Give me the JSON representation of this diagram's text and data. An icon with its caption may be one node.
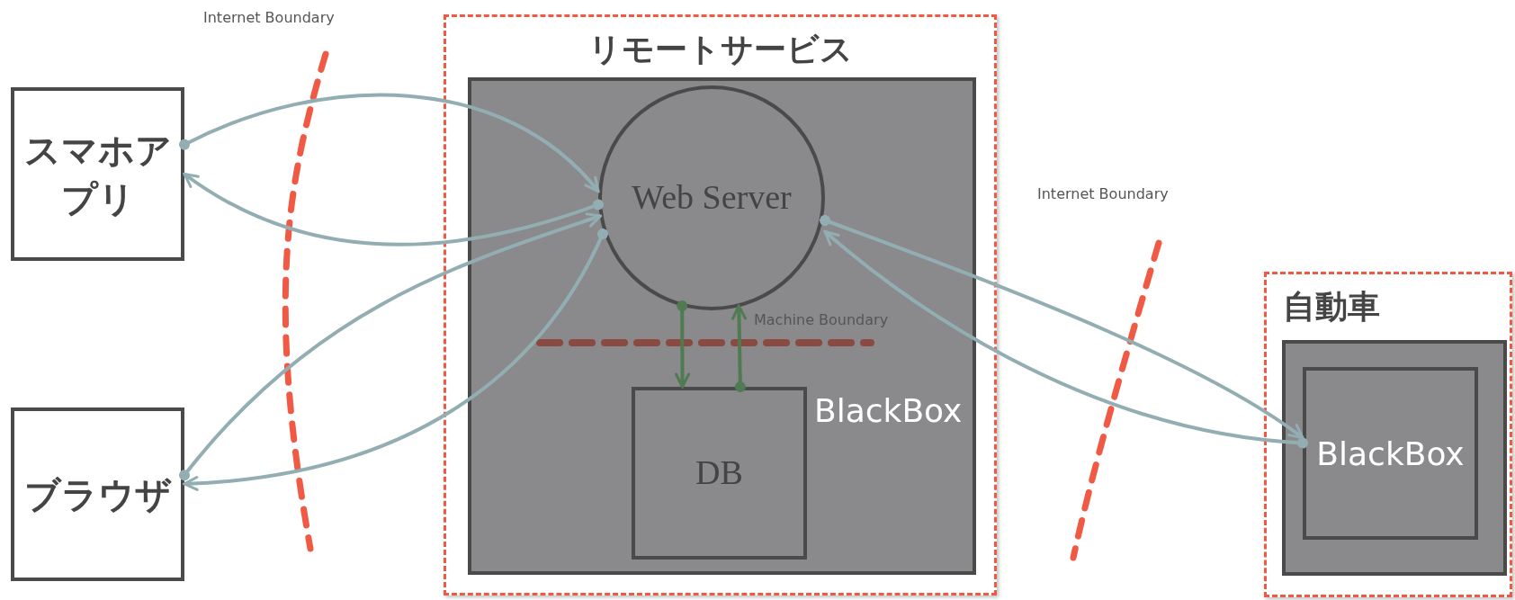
{
  "diagram": {
    "nodes": [
      {
        "text": [
          "リモートサービス"
        ]
      },
      {
        "text": [],
        "shape": "box",
        "in": 0
      },
      {
        "text": [
          "Web Server"
        ],
        "in": 1
      },
      {
        "text": [
          "DB"
        ],
        "in": 1
      },
      {
        "text": [
          "スマホアプリ"
        ]
      },
      {
        "text": [
          "ブラウザ"
        ]
      },
      {
        "text": [
          "自動車"
        ]
      },
      {
        "text": [],
        "shape": "box",
        "in": 6
      },
      {
        "text": [
          "BlackBox"
        ],
        "in": 7
      }
    ],
    "edges": [
      {
        "from": 4,
        "to": 2,
        "arrow": "to"
      },
      {
        "from": 2,
        "to": 4,
        "arrow": "to"
      },
      {
        "from": 5,
        "to": 2,
        "arrow": "to"
      },
      {
        "from": 2,
        "to": 5,
        "arrow": "to"
      },
      {
        "from": 2,
        "to": 3,
        "arrow": "to",
        "color": "#4f7a52"
      },
      {
        "from": 3,
        "to": 2,
        "arrow": "to",
        "color": "#4f7a52"
      },
      {
        "from": 2,
        "to": 8,
        "arrow": "to"
      },
      {
        "from": 8,
        "to": 2,
        "arrow": "to"
      }
    ],
    "labels": [
      "Internet Boundary",
      "Internet Boundary",
      "Machine Boundary",
      "BlackBox"
    ]
  }
}
